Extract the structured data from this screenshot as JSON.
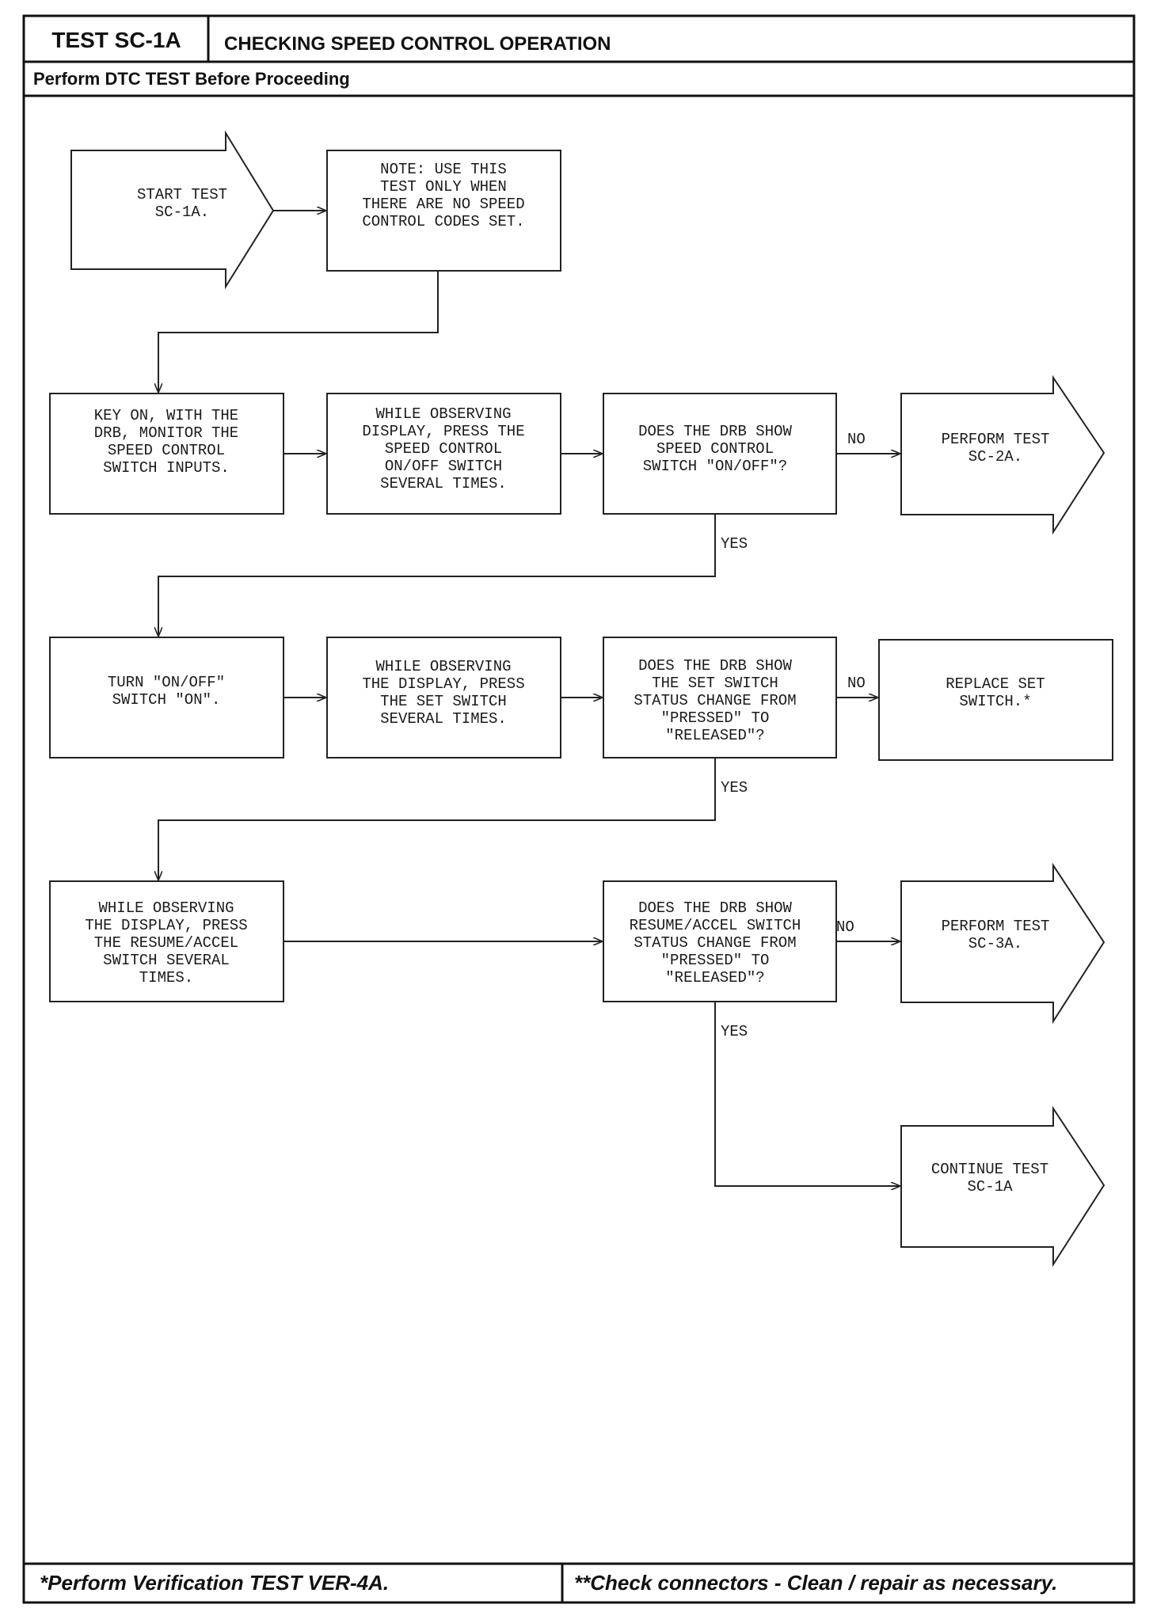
{
  "header": {
    "test_id": "TEST SC-1A",
    "title": "CHECKING SPEED CONTROL OPERATION",
    "subtitle": "Perform DTC TEST Before Proceeding"
  },
  "footer": {
    "left": "*Perform Verification TEST VER-4A.",
    "right": "**Check connectors - Clean / repair as necessary."
  },
  "nodes": {
    "start": [
      "START TEST",
      "SC-1A."
    ],
    "note": [
      "NOTE: USE THIS",
      "TEST ONLY WHEN",
      "THERE ARE NO SPEED",
      "CONTROL CODES SET."
    ],
    "key_on": [
      "KEY ON, WITH THE",
      "DRB, MONITOR THE",
      "SPEED CONTROL",
      "SWITCH INPUTS."
    ],
    "observe_onoff": [
      "WHILE OBSERVING",
      "DISPLAY, PRESS THE",
      "SPEED CONTROL",
      "ON/OFF SWITCH",
      "SEVERAL TIMES."
    ],
    "q_onoff": [
      "DOES THE DRB SHOW",
      "SPEED CONTROL",
      "SWITCH \"ON/OFF\"?"
    ],
    "sc2a": [
      "PERFORM TEST",
      "SC-2A."
    ],
    "turn_on": [
      "TURN \"ON/OFF\"",
      "SWITCH \"ON\"."
    ],
    "observe_set": [
      "WHILE OBSERVING",
      "THE DISPLAY, PRESS",
      "THE SET SWITCH",
      "SEVERAL TIMES."
    ],
    "q_set": [
      "DOES THE DRB SHOW",
      "THE SET SWITCH",
      "STATUS CHANGE FROM",
      "\"PRESSED\" TO",
      "\"RELEASED\"?"
    ],
    "replace_set": [
      "REPLACE SET",
      "SWITCH.*"
    ],
    "observe_resume": [
      "WHILE OBSERVING",
      "THE DISPLAY, PRESS",
      "THE RESUME/ACCEL",
      "SWITCH SEVERAL",
      "TIMES."
    ],
    "q_resume": [
      "DOES THE DRB SHOW",
      "RESUME/ACCEL SWITCH",
      "STATUS CHANGE FROM",
      "\"PRESSED\" TO",
      "\"RELEASED\"?"
    ],
    "sc3a": [
      "PERFORM TEST",
      "SC-3A."
    ],
    "continue": [
      "CONTINUE TEST",
      "SC-1A"
    ]
  },
  "labels": {
    "no": "NO",
    "yes": "YES"
  }
}
